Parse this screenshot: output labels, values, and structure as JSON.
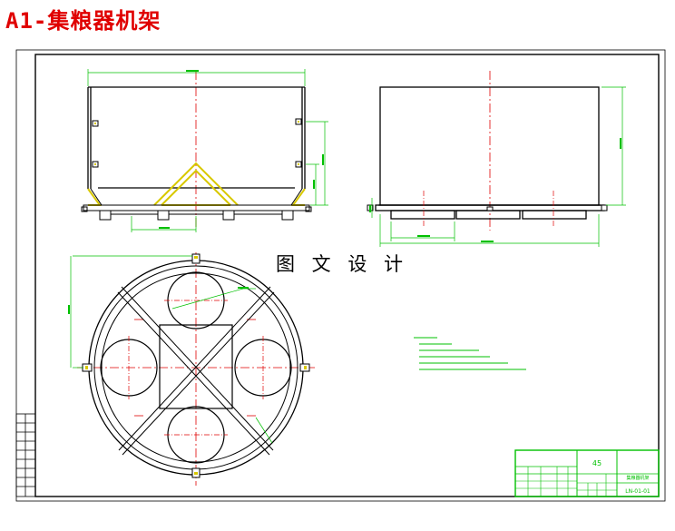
{
  "page_title": "A1-集粮器机架",
  "watermark": "图 文 设 计",
  "title_block": {
    "scale_value": "45",
    "drawing_name": "集粮器机架",
    "drawing_number": "LN-01-01"
  },
  "colors": {
    "title": "#e00000",
    "outline": "#000000",
    "centerline": "#e00000",
    "dimension": "#00c000",
    "part_yellow": "#d8c800",
    "title_block": "#00c000"
  }
}
